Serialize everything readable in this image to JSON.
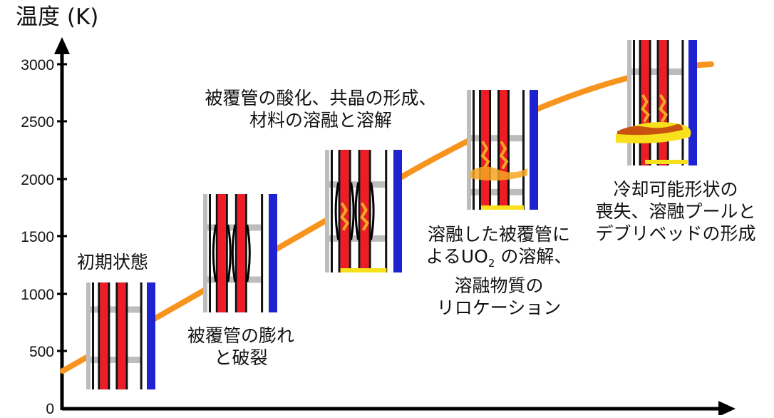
{
  "axis": {
    "y_title": "温度 (K)",
    "y_ticks": [
      "3000",
      "2500",
      "2000",
      "1500",
      "1000",
      "500",
      "0"
    ]
  },
  "stages": [
    {
      "lines": [
        "初期状態"
      ]
    },
    {
      "lines": [
        "被覆管の膨れ",
        "と破裂"
      ]
    },
    {
      "lines": [
        "被覆管の酸化、共晶の形成、",
        "材料の溶融と溶解"
      ]
    },
    {
      "lines": [
        "溶融した被覆管に",
        "よるUO",
        "2",
        " の溶解、",
        "溶融物質の",
        "リロケーション"
      ]
    },
    {
      "lines": [
        "冷却可能形状の",
        "喪失、溶融プールと",
        "デブリベッドの形成"
      ]
    }
  ],
  "colors": {
    "curve": "#f7941d",
    "fuel": "#ee1c25",
    "control_rod": "#1e22d0",
    "cladding_dark": "#111111",
    "spacer": "#bdbdbd",
    "debris": "#f5a623",
    "molten": "#c1440e",
    "pool": "#f9e01c"
  }
}
